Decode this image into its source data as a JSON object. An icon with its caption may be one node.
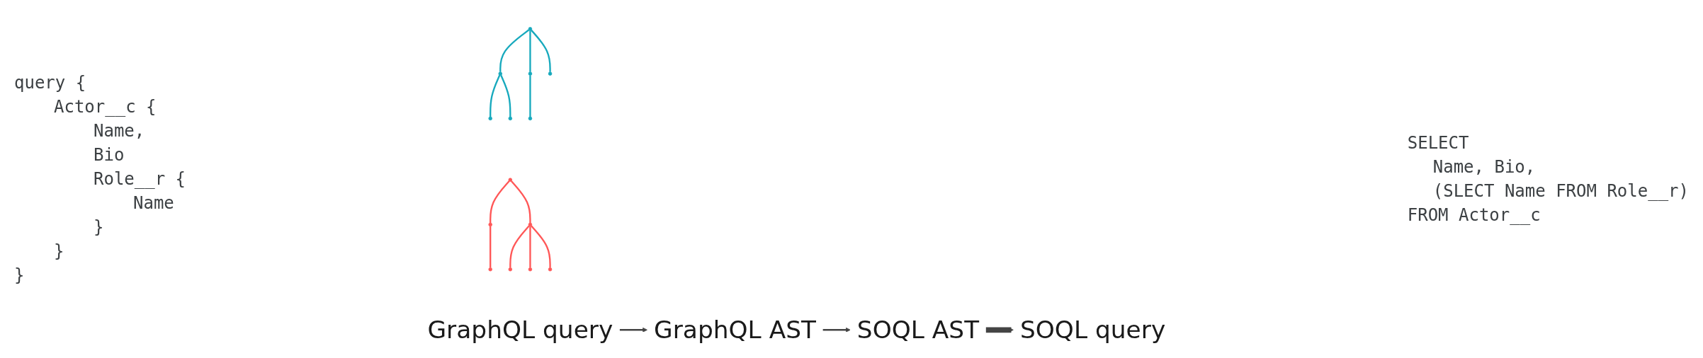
{
  "diagram": {
    "nodes": [
      {
        "text": [
          "GraphQL query"
        ]
      },
      {
        "text": [
          "GraphQL AST"
        ]
      },
      {
        "text": [
          "SOQL AST"
        ]
      },
      {
        "text": [
          "SOQL query"
        ]
      },
      {
        "text": [],
        "shape": "circle"
      },
      {
        "text": [],
        "shape": "circle"
      },
      {
        "text": [],
        "shape": "circle"
      },
      {
        "text": [],
        "shape": "circle"
      },
      {
        "text": [],
        "shape": "circle"
      },
      {
        "text": [],
        "shape": "circle"
      },
      {
        "text": [],
        "shape": "circle"
      },
      {
        "text": [],
        "shape": "circle"
      },
      {
        "text": [],
        "shape": "circle"
      },
      {
        "text": [],
        "shape": "circle"
      },
      {
        "text": [],
        "shape": "circle"
      },
      {
        "text": [],
        "shape": "circle"
      },
      {
        "text": [],
        "shape": "circle"
      },
      {
        "text": [],
        "shape": "circle"
      }
    ],
    "edges": [
      {
        "from": 0,
        "to": 1,
        "arrow": "to",
        "color": "#444444"
      },
      {
        "from": 1,
        "to": 2,
        "arrow": "to",
        "color": "#444444"
      },
      {
        "from": 2,
        "to": 3,
        "arrow": "to",
        "style": "thick",
        "color": "#444444"
      },
      {
        "from": 4,
        "to": 5,
        "arrow": "none",
        "color": "#ff5757"
      },
      {
        "from": 4,
        "to": 6,
        "arrow": "none",
        "color": "#ff5757"
      },
      {
        "from": 5,
        "to": 7,
        "arrow": "none",
        "color": "#ff5757"
      },
      {
        "from": 6,
        "to": 8,
        "arrow": "none",
        "color": "#ff5757"
      },
      {
        "from": 6,
        "to": 9,
        "arrow": "none",
        "color": "#ff5757"
      },
      {
        "from": 6,
        "to": 10,
        "arrow": "none",
        "color": "#ff5757"
      },
      {
        "from": 11,
        "to": 12,
        "arrow": "none",
        "color": "#17a9bd"
      },
      {
        "from": 11,
        "to": 13,
        "arrow": "none",
        "color": "#17a9bd"
      },
      {
        "from": 11,
        "to": 14,
        "arrow": "none",
        "color": "#17a9bd"
      },
      {
        "from": 12,
        "to": 15,
        "arrow": "none",
        "color": "#17a9bd"
      },
      {
        "from": 12,
        "to": 16,
        "arrow": "none",
        "color": "#17a9bd"
      },
      {
        "from": 13,
        "to": 17,
        "arrow": "none",
        "color": "#17a9bd"
      }
    ],
    "labels": [
      "query {",
      "Actor__c {",
      "Name,",
      "Bio",
      "Role__r {",
      "Name",
      "}",
      "}",
      "}",
      "SELECT",
      "Name, Bio,",
      "(SLECT Name FROM Role__r)",
      "FROM Actor__c"
    ]
  }
}
